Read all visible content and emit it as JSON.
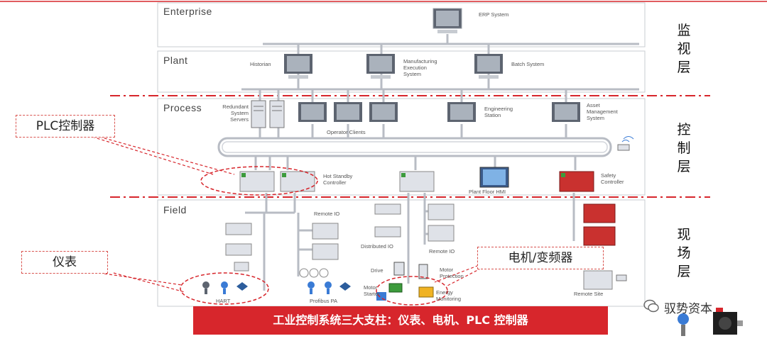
{
  "tiers": {
    "enterprise": "Enterprise",
    "plant": "Plant",
    "process": "Process",
    "field": "Field"
  },
  "layers": {
    "monitor": "监\n视\n层",
    "control": "控\n制\n层",
    "field": "现\n场\n层"
  },
  "nodes": {
    "erp": "ERP System",
    "historian": "Historian",
    "mes": "Manufacturing\nExecution\nSystem",
    "batch": "Batch System",
    "redundant": "Redundant\nSystem\nServers",
    "operator_clients": "Operator Clients",
    "engineering": "Engineering\nStation",
    "asset": "Asset\nManagement\nSystem",
    "hotstandby": "Hot Standby\nController",
    "plant_floor_hmi": "Plant Floor HMI",
    "safety": "Safety\nController",
    "remote_io_1": "Remote IO",
    "distributed_io": "Distributed IO",
    "remote_io_2": "Remote IO",
    "drive": "Drive",
    "motor_protection": "Motor\nProtection",
    "motor_starter": "Motor\nStarter",
    "energy": "Energy\nMonitoring",
    "remote_site": "Remote Site",
    "hart": "HART",
    "profibus": "Profibus PA"
  },
  "callouts": {
    "plc": "PLC控制器",
    "instrument": "仪表",
    "motor": "电机/变频器"
  },
  "banner": "工业控制系统三大支柱：仪表、电机、PLC 控制器",
  "watermark": "驭势资本",
  "colors": {
    "accent": "#d7262c",
    "line": "#b8bcc4",
    "box": "#dfe2e8"
  }
}
